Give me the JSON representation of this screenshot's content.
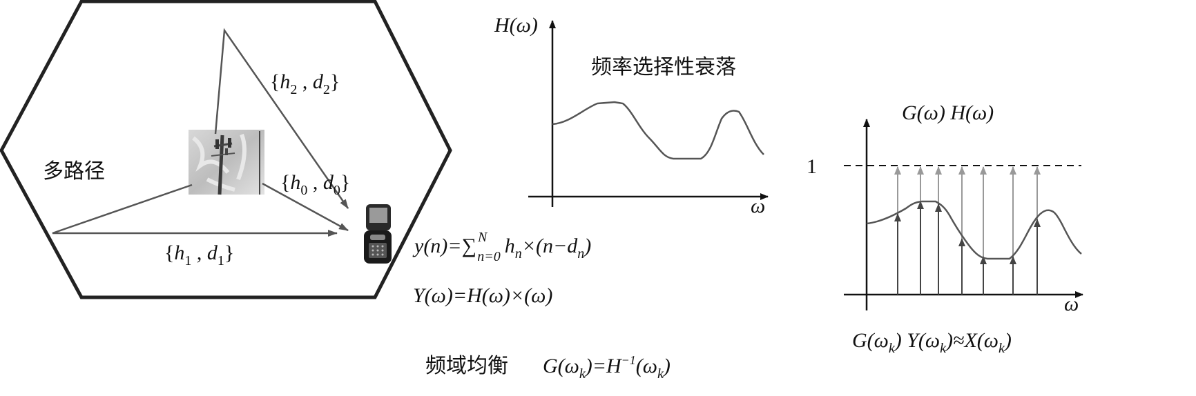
{
  "left_panel": {
    "label": "多路径",
    "paths": [
      {
        "h": "h",
        "hsub": "2",
        "d": "d",
        "dsub": "2"
      },
      {
        "h": "h",
        "hsub": "0",
        "d": "d",
        "dsub": "0"
      },
      {
        "h": "h",
        "hsub": "1",
        "d": "d",
        "dsub": "1"
      }
    ]
  },
  "equations": {
    "eq1": {
      "lhs": "y(n)",
      "eq": "=",
      "sum": "∑",
      "sup": "N",
      "sub": "n=0",
      "rhs": "h",
      "rhs_sub": "n",
      "rest": "×(n−d",
      "rest_sub": "n",
      "close": ")"
    },
    "eq2": {
      "text": "Y(ω)=H(ω)×(ω)"
    },
    "eq3": {
      "label": "频域均衡",
      "g": "G(ω",
      "g_sub": "k",
      "mid": ")=H",
      "sup": "−1",
      "tail": "(ω",
      "tail_sub": "k",
      "close": ")"
    }
  },
  "middle_chart": {
    "ylabel": "H(ω)",
    "xlabel": "ω",
    "title": "频率选择性衰落"
  },
  "right_chart": {
    "ylabel": "G(ω) H(ω)",
    "xlabel": "ω",
    "one_label": "1",
    "bottom_eq": {
      "g": "G(ω",
      "g_sub": "k",
      "y": ")  Y(ω",
      "y_sub": "k",
      "approx": ")≈X(ω",
      "x_sub": "k",
      "close": ")"
    }
  }
}
